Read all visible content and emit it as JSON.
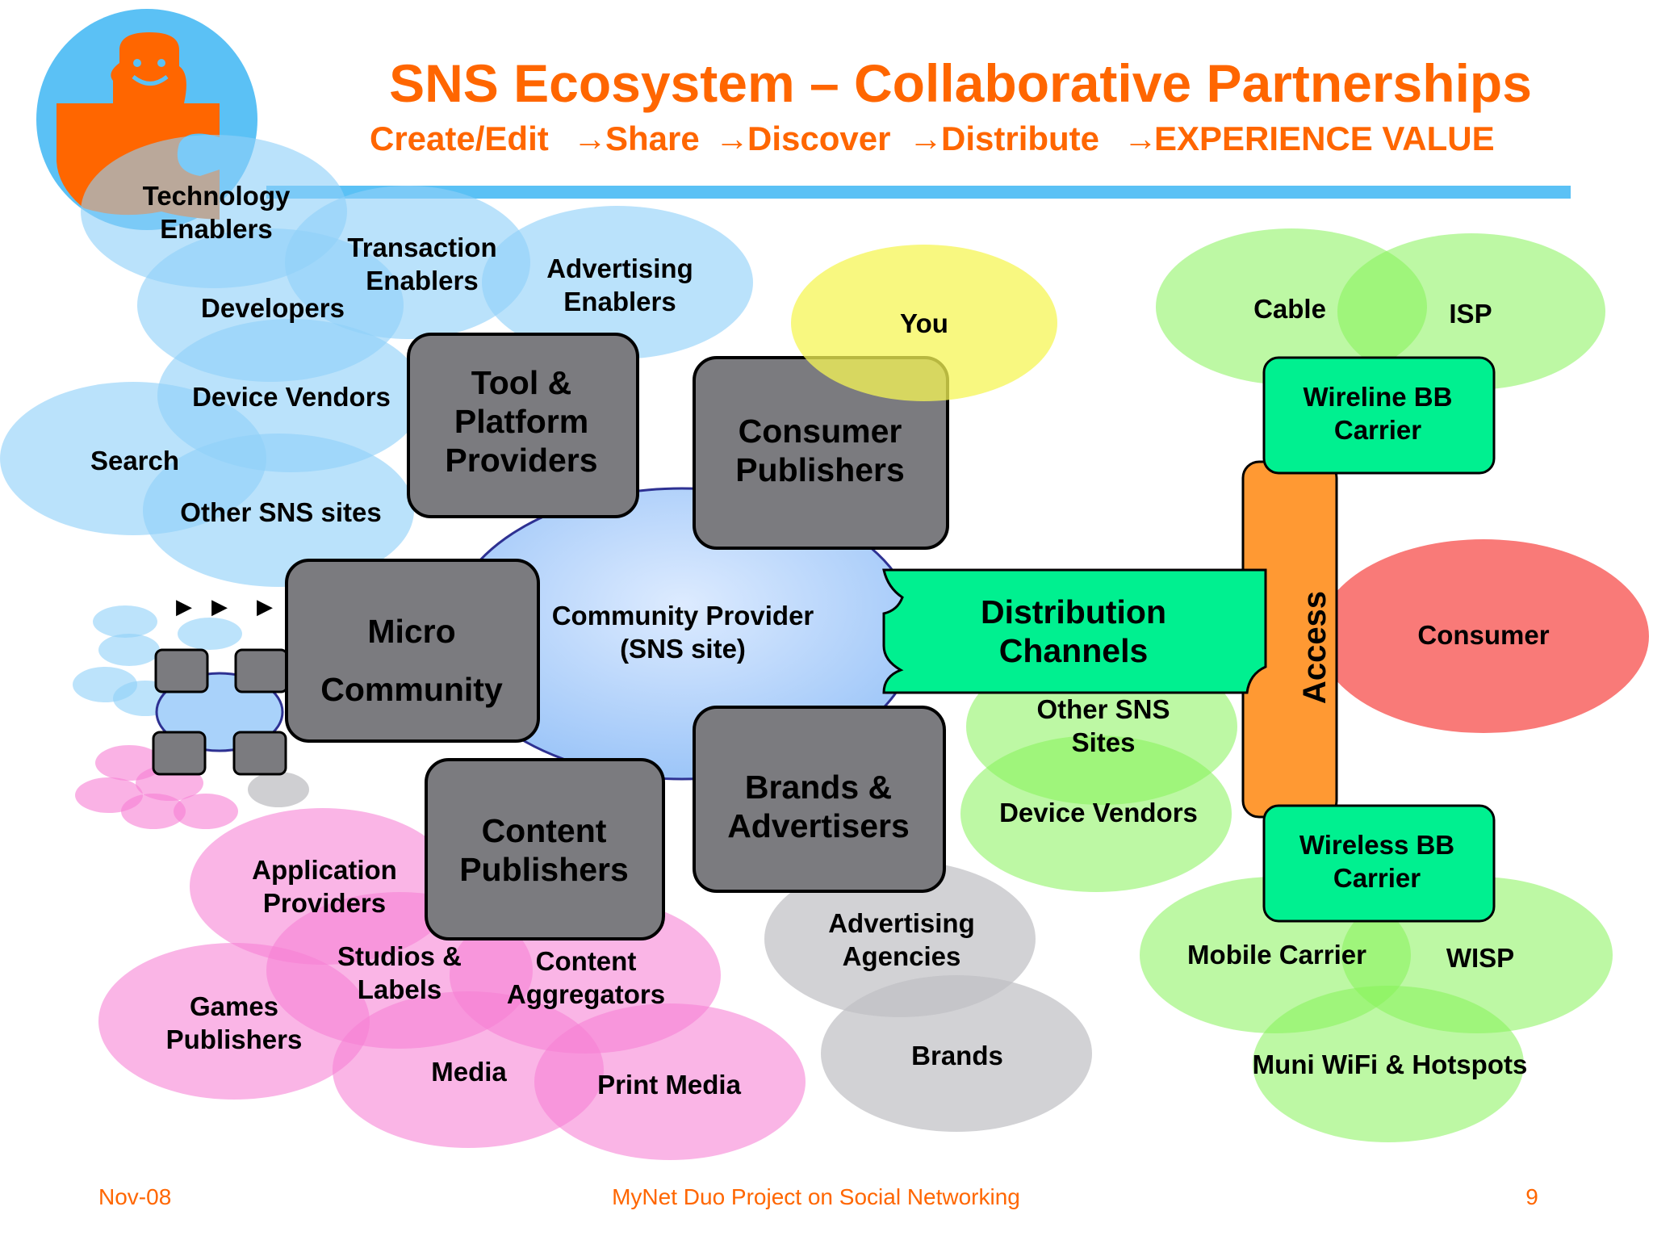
{
  "header": {
    "title": "SNS Ecosystem – Collaborative Partnerships",
    "flow": [
      "Create/Edit",
      "Share",
      "Discover",
      "Distribute",
      "EXPERIENCE VALUE"
    ]
  },
  "center": {
    "community_provider": [
      "Community Provider",
      "(SNS site)"
    ],
    "micro_community": [
      "Micro",
      "Community"
    ],
    "tool_platform": [
      "Tool &",
      "Platform",
      "Providers"
    ],
    "consumer_publishers": [
      "Consumer",
      "Publishers"
    ],
    "content_publishers": [
      "Content",
      "Publishers"
    ],
    "brands_advertisers": [
      "Brands &",
      "Advertisers"
    ],
    "distribution_channels": [
      "Distribution",
      "Channels"
    ],
    "access": "Access",
    "wireline": [
      "Wireline BB",
      "Carrier"
    ],
    "wireless": [
      "Wireless BB",
      "Carrier"
    ],
    "consumer": "Consumer",
    "you": "You"
  },
  "blue_cluster": {
    "technology_enablers": [
      "Technology",
      "Enablers"
    ],
    "transaction_enablers": [
      "Transaction",
      "Enablers"
    ],
    "advertising_enablers": [
      "Advertising",
      "Enablers"
    ],
    "developers": "Developers",
    "device_vendors": "Device Vendors",
    "search": "Search",
    "other_sns_sites": "Other SNS sites"
  },
  "pink_cluster": {
    "application_providers": [
      "Application",
      "Providers"
    ],
    "studios_labels": [
      "Studios &",
      "Labels"
    ],
    "content_aggregators": [
      "Content",
      "Aggregators"
    ],
    "games_publishers": [
      "Games",
      "Publishers"
    ],
    "media": "Media",
    "print_media": "Print Media"
  },
  "gray_cluster": {
    "advertising_agencies": [
      "Advertising",
      "Agencies"
    ],
    "brands": "Brands"
  },
  "green_cluster": {
    "cable": "Cable",
    "isp": "ISP",
    "other_sns_sites": [
      "Other SNS",
      "Sites"
    ],
    "device_vendors": "Device Vendors",
    "mobile_carrier": "Mobile Carrier",
    "wisp": "WISP",
    "muni_wifi": "Muni WiFi & Hotspots"
  },
  "footer": {
    "date": "Nov-08",
    "project": "MyNet Duo Project on Social Networking",
    "page": "9"
  },
  "colors": {
    "title": "#FF6600",
    "blue_bubble": "#8FD0F8",
    "pink_bubble": "#F77FD4",
    "gray_bubble": "#BFBFC3",
    "green_bubble": "#86F25A",
    "gray_box": "#7B7B7F",
    "teal_box": "#00F090",
    "orange_access": "#FF9933",
    "consumer_red": "#F97A78",
    "you_yellow": "#F5F555",
    "rule_blue": "#5BC1F5"
  }
}
